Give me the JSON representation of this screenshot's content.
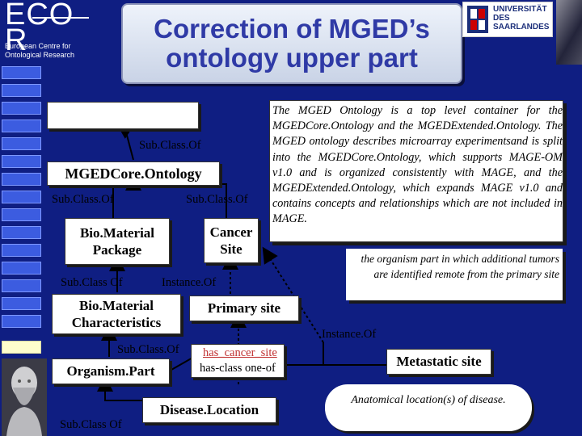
{
  "logo": {
    "text": "ECO\nR",
    "subtitle": "European Centre for\nOntological Research"
  },
  "header": {
    "title": "Correction of MGED’s ontology upper part"
  },
  "university": {
    "name": "UNIVERSITÄT\nDES\nSAARLANDES"
  },
  "diagram": {
    "top_box_text": "",
    "subclass_top": "Sub.Class.Of",
    "mged_core": "MGEDCore.Ontology",
    "subclass_left": "Sub.Class.Of",
    "subclass_right": "Sub.Class.Of",
    "biomaterial_package": "Bio.Material\nPackage",
    "cancer_site": "Cancer\nSite",
    "subclass_mid": "Sub.Class Of",
    "instance_of_mid": "Instance.Of",
    "biomaterial_characteristics": "Bio.Material\nCharacteristics",
    "primary_site": "Primary site",
    "subclass_lower": "Sub.Class.Of",
    "organism_part": "Organism.Part",
    "has_cancer_site": "has_cancer_site",
    "has_class": "has-class one-of",
    "instance_of_right": "Instance.Of",
    "metastatic_site": "Metastatic site",
    "disease_location": "Disease.Location",
    "subclass_bottom": "Sub.Class Of"
  },
  "info_text": "The MGED Ontology is a top level container for the MGEDCore.Ontology and the MGEDExtended.Ontology. The MGED ontology describes microarray experimentsand is split into the MGEDCore.Ontology, which supports MAGE-OM v1.0 and is organized consistently with MAGE, and the MGEDExtended.Ontology, which expands MAGE v1.0 and contains concepts and relationships which are not included in MAGE.",
  "note_text": "the organism part in which additional tumors are identified remote from the primary site",
  "anatomical_text": "Anatomical location(s) of disease.",
  "colors": {
    "background": "#0f1e82",
    "title_text": "#2f3aa6",
    "sidebar_box": "#3c5ce0",
    "sidebar_highlight": "#fffecc"
  }
}
